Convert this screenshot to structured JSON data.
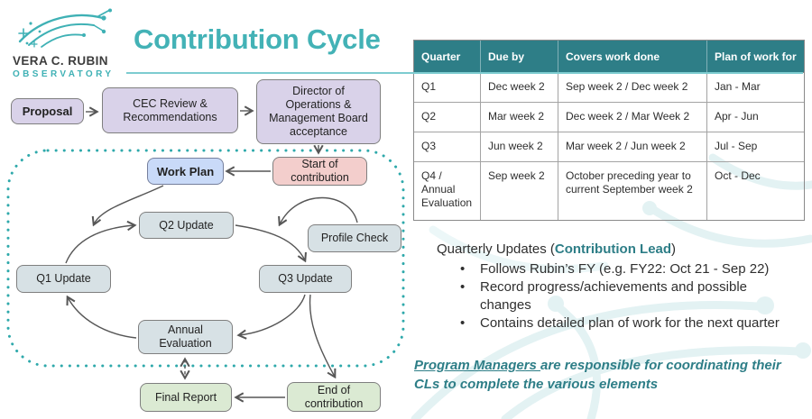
{
  "logo": {
    "name": "VERA C. RUBIN",
    "sub": "OBSERVATORY"
  },
  "title": "Contribution Cycle",
  "flowchart": {
    "proposal": "Proposal",
    "cec_review": "CEC Review &\nRecommendations",
    "director": "Director of\nOperations &\nManagement Board\nacceptance",
    "start": "Start of\ncontribution",
    "work_plan": "Work Plan",
    "q2_update": "Q2 Update",
    "profile_check": "Profile Check",
    "q3_update": "Q3 Update",
    "q1_update": "Q1 Update",
    "annual_evaluation": "Annual\nEvaluation",
    "final_report": "Final Report",
    "end": "End of\ncontribution"
  },
  "table": {
    "headers": [
      "Quarter",
      "Due by",
      "Covers work done",
      "Plan of work for"
    ],
    "rows": [
      [
        "Q1",
        "Dec week 2",
        "Sep week 2 / Dec week 2",
        "Jan - Mar"
      ],
      [
        "Q2",
        "Mar week 2",
        "Dec week 2 / Mar Week 2",
        "Apr - Jun"
      ],
      [
        "Q3",
        "Jun week 2",
        "Mar week 2 / Jun week 2",
        "Jul - Sep"
      ],
      [
        "Q4 /\nAnnual\nEvaluation",
        "Sep week 2",
        "October preceding year to current September week 2",
        "Oct - Dec"
      ]
    ]
  },
  "notes": {
    "heading_prefix": "Quarterly Updates (",
    "heading_accent": "Contribution Lead",
    "heading_suffix": ")",
    "bullets": [
      "Follows Rubin’s FY (e.g. FY22: Oct 21 - Sep 22)",
      "Record progress/achievements and possible\nchanges",
      "Contains detailed plan of work for the next quarter"
    ]
  },
  "footer": {
    "underlined": "Program Managers ",
    "rest": "are responsible for coordinating their CLs to complete the various elements"
  },
  "colors": {
    "accent_teal": "#43b2b6",
    "table_header_teal": "#2e7e87",
    "box_purple": "#d9d2e9",
    "box_pink": "#f3cecc",
    "box_blue": "#c9daf8",
    "box_gray_teal": "#d7e1e5",
    "box_green": "#dbead3"
  }
}
